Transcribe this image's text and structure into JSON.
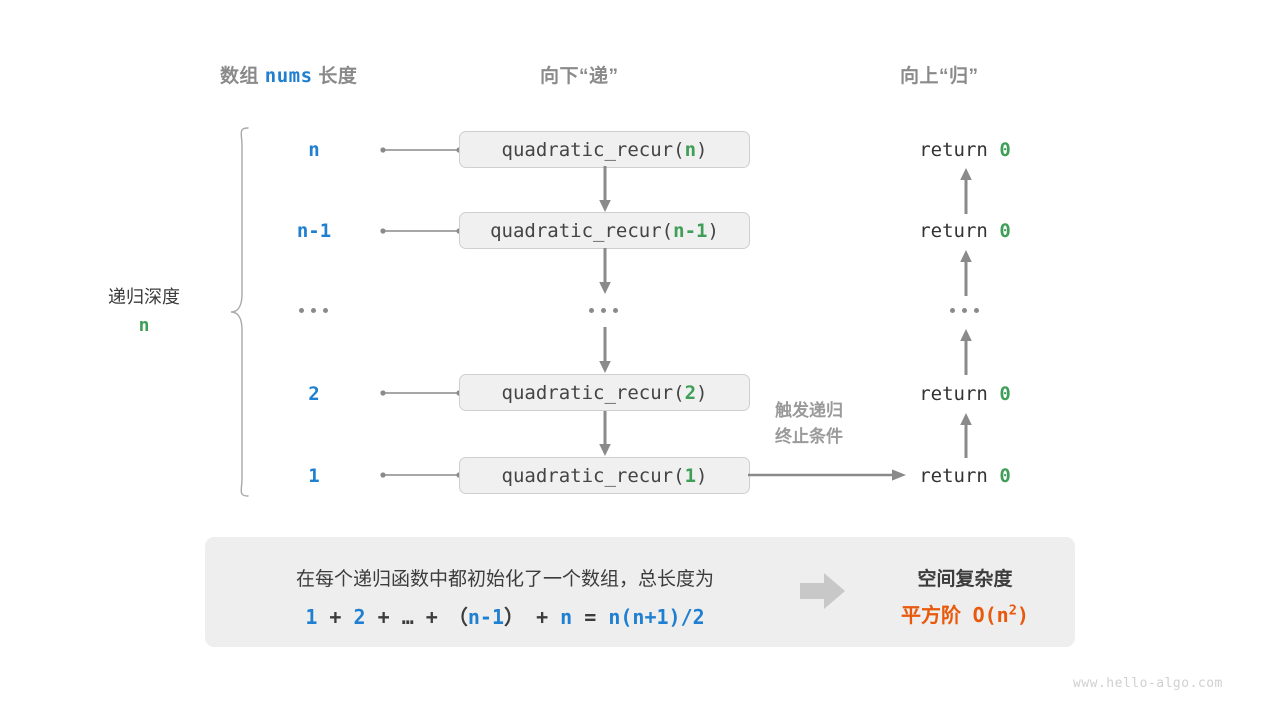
{
  "headers": {
    "left_prefix": "数组",
    "left_mono": "nums",
    "left_suffix": "长度",
    "middle": "向下“递”",
    "right": "向上“归”"
  },
  "depth": {
    "label": "递归深度",
    "value": "n"
  },
  "rows": [
    {
      "size": "n",
      "call_prefix": "quadratic_recur(",
      "call_arg": "n",
      "call_suffix": ")",
      "return_text": "return",
      "return_value": "0"
    },
    {
      "size": "n-1",
      "call_prefix": "quadratic_recur(",
      "call_arg": "n-1",
      "call_suffix": ")",
      "return_text": "return",
      "return_value": "0"
    },
    {
      "size": "...",
      "call_prefix": "",
      "call_arg": "",
      "call_suffix": "",
      "return_text": "",
      "return_value": ""
    },
    {
      "size": "2",
      "call_prefix": "quadratic_recur(",
      "call_arg": "2",
      "call_suffix": ")",
      "return_text": "return",
      "return_value": "0"
    },
    {
      "size": "1",
      "call_prefix": "quadratic_recur(",
      "call_arg": "1",
      "call_suffix": ")",
      "return_text": "return",
      "return_value": "0"
    }
  ],
  "trigger_note": {
    "line1": "触发递归",
    "line2": "终止条件"
  },
  "summary": {
    "description": "在每个递归函数中都初始化了一个数组，总长度为",
    "formula": {
      "t1": "1",
      "o1": "+",
      "t2": "2",
      "o2": "+",
      "t3": "…",
      "o3": "+",
      "p1": "（",
      "t4": "n-1",
      "p2": "）",
      "o4": "+",
      "t5": "n",
      "eq": "=",
      "t6": "n(n+1)/2"
    },
    "complexity_title": "空间复杂度",
    "complexity_value_prefix": "平方阶",
    "complexity_value_mono": "O(n",
    "complexity_value_exp": "2",
    "complexity_value_suffix": ")"
  },
  "watermark": "www.hello-algo.com",
  "colors": {
    "blue": "#1f7fd0",
    "green": "#3f9e58",
    "orange": "#e8590c",
    "gray_text": "#8a8a8a",
    "box_fill": "#f0f0f0",
    "box_border": "#cfcfcf",
    "panel_fill": "#eeeeee",
    "arrow": "#8a8a8a",
    "fat_arrow": "#c8c8c8"
  }
}
